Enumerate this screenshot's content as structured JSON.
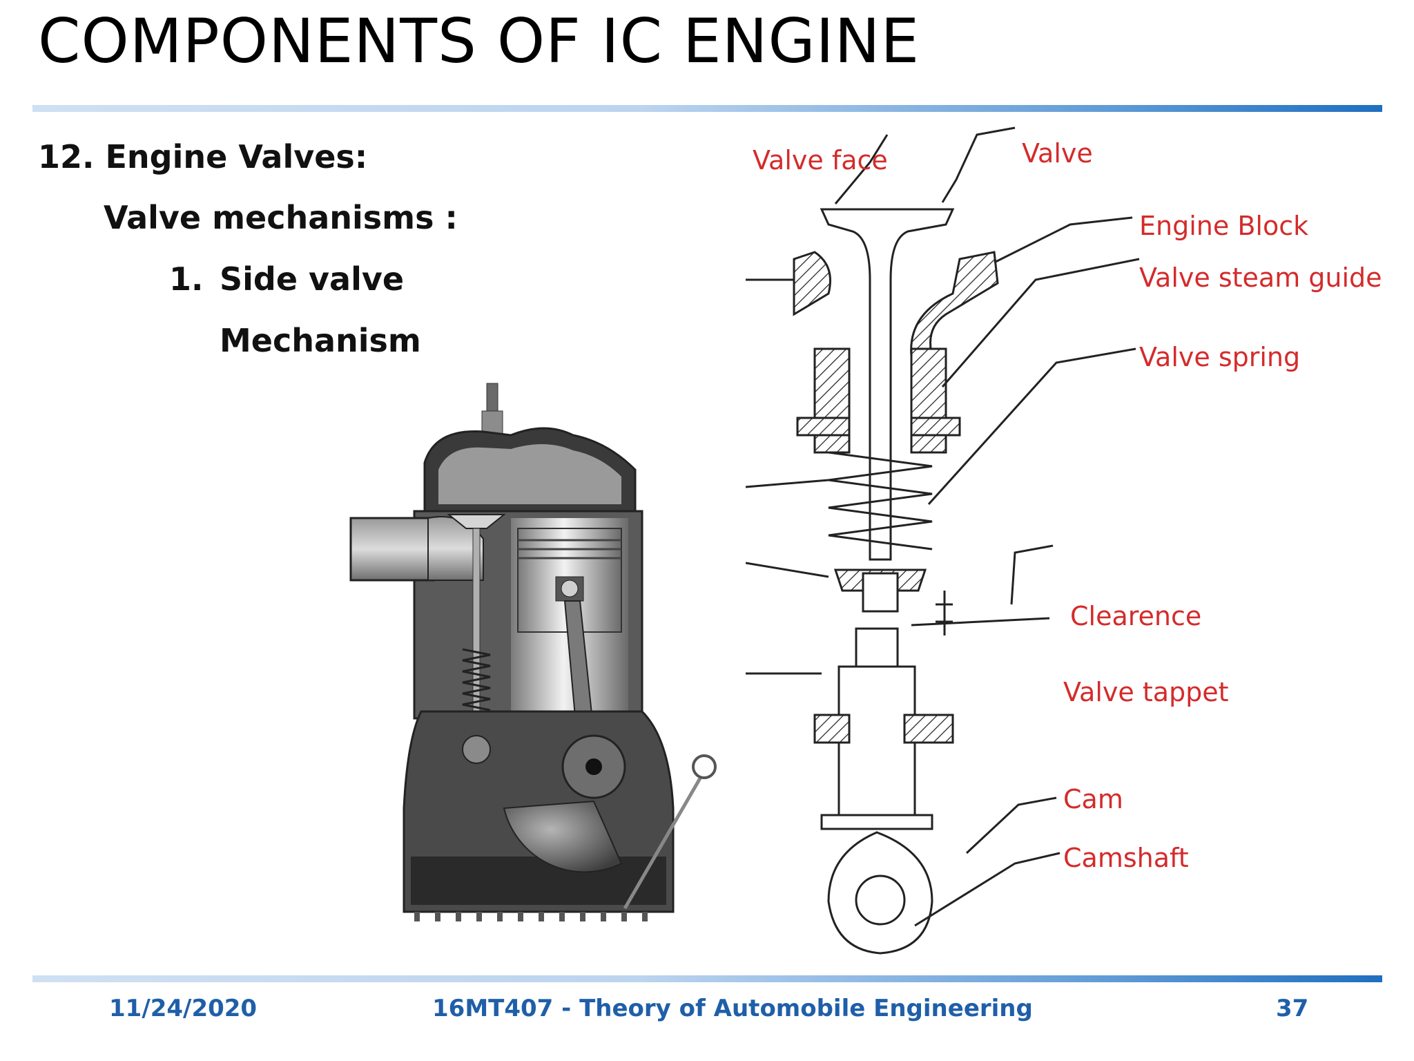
{
  "slide": {
    "title": "COMPONENTS OF IC ENGINE"
  },
  "content": {
    "heading": "12. Engine Valves:",
    "subheading": "Valve mechanisms :",
    "list_number": "1.",
    "list_item_line1": "Side valve",
    "list_item_line2": "Mechanism"
  },
  "valve_diagram": {
    "labels": {
      "valve_face": "Valve face",
      "valve": "Valve",
      "engine_block": "Engine Block",
      "valve_stem_guide": "Valve steam guide",
      "valve_spring": "Valve spring",
      "clearance": "Clearence",
      "valve_tappet": "Valve tappet",
      "cam": "Cam",
      "camshaft": "Camshaft"
    },
    "label_color": "#d42b2b"
  },
  "footer": {
    "date": "11/24/2020",
    "course": "16MT407 - Theory of Automobile Engineering",
    "page": "37"
  },
  "colors": {
    "accent": "#1f6fc0",
    "footer_text": "#1f5fa8"
  }
}
